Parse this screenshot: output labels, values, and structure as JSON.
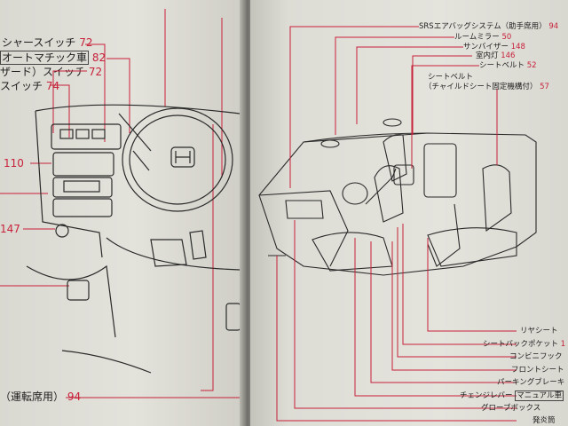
{
  "left_page": {
    "callouts": [
      {
        "label": "シャースイッチ",
        "page": "72"
      },
      {
        "label": "オートマチック車",
        "page": "82"
      },
      {
        "label": "ザード）スイッチ",
        "page": "72"
      },
      {
        "label": "スイッチ",
        "page": "74"
      },
      {
        "label": "",
        "page": "110"
      },
      {
        "label": "",
        "page": "147"
      },
      {
        "label": "（運転席用）",
        "page": "94"
      }
    ]
  },
  "right_page": {
    "top_callouts": [
      {
        "label": "SRSエアバッグシステム（助手席用）",
        "page": "94"
      },
      {
        "label": "ルームミラー",
        "page": "50"
      },
      {
        "label": "サンバイザー",
        "page": "148"
      },
      {
        "label": "室内灯",
        "page": "146"
      },
      {
        "label": "シートベルト",
        "page": "52"
      },
      {
        "label": "シートベルト",
        "page": ""
      },
      {
        "label": "（チャイルドシート固定機構付）",
        "page": "57"
      }
    ],
    "bottom_callouts": [
      {
        "label": "リヤシート",
        "page": ""
      },
      {
        "label": "シートバックポケット",
        "page": "1"
      },
      {
        "label": "コンビニフック",
        "page": ""
      },
      {
        "label": "フロントシート",
        "page": ""
      },
      {
        "label": "パーキングブレーキ",
        "page": ""
      },
      {
        "label": "チェンジレバー",
        "page": "",
        "boxed": "マニュアル車"
      },
      {
        "label": "グローブボックス",
        "page": ""
      },
      {
        "label": "発炎筒",
        "page": ""
      }
    ]
  },
  "colors": {
    "callout_line": "#c8213a",
    "ink": "#1d1d1d",
    "paper": "#e3e2db"
  }
}
